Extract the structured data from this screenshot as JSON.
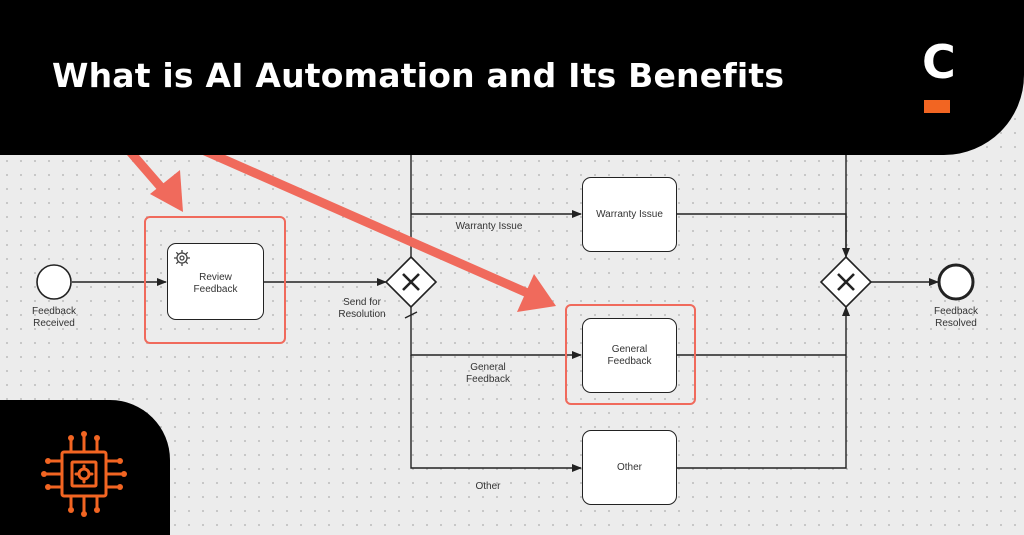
{
  "banner": {
    "title": "What is AI Automation and Its Benefits",
    "logo_letter": "C"
  },
  "colors": {
    "accent": "#f26522",
    "highlight": "#f06a5c",
    "banner_bg": "#000000"
  },
  "diagram": {
    "start_event_label": "Feedback Received",
    "end_event_label": "Feedback Resolved",
    "tasks": {
      "review": "Review Feedback",
      "warranty": "Warranty Issue",
      "general": "General Feedback",
      "other": "Other"
    },
    "flow_labels": {
      "send_for_resolution": "Send for Resolution",
      "warranty_issue": "Warranty Issue",
      "general_feedback": "General Feedback",
      "other": "Other"
    },
    "gateways": [
      "exclusive-split",
      "exclusive-merge"
    ],
    "icons": {
      "service_task": "gear-icon",
      "corner": "cpu-chip-icon"
    }
  }
}
